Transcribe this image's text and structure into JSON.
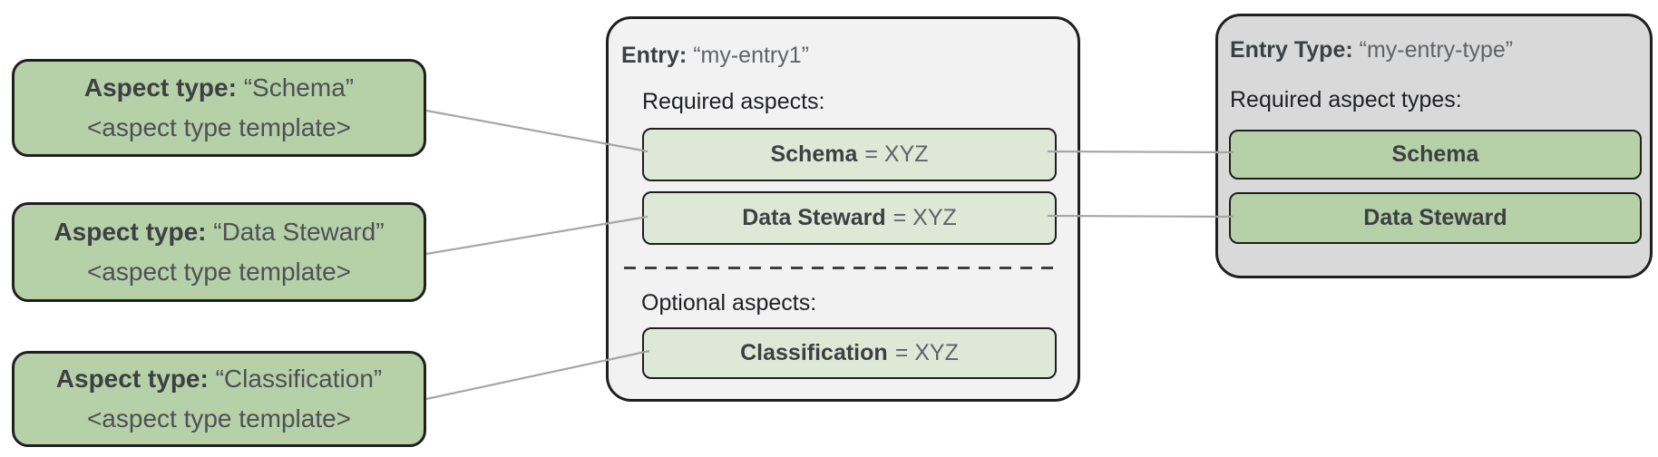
{
  "colors": {
    "aspect_green": "#b6d0a8",
    "aspect_light_green": "#dde9d6",
    "entry_background": "#f2f2f2",
    "entry_type_background": "#d9d9d9",
    "border": "#1f1f1f",
    "connector_gray": "#a6a6a6",
    "text_dark": "#3c4043",
    "text_muted": "#5f6368"
  },
  "aspect_types": [
    {
      "label": "Aspect type:",
      "name": "“Schema”",
      "template": "<aspect type template>"
    },
    {
      "label": "Aspect type:",
      "name": "“Data Steward”",
      "template": "<aspect type template>"
    },
    {
      "label": "Aspect type:",
      "name": "“Classification”",
      "template": "<aspect type template>"
    }
  ],
  "entry": {
    "label": "Entry:",
    "name": "“my-entry1”",
    "required_heading": "Required aspects:",
    "required_aspects": [
      {
        "name": "Schema",
        "value": "= XYZ"
      },
      {
        "name": "Data Steward",
        "value": "= XYZ"
      }
    ],
    "optional_heading": "Optional aspects:",
    "optional_aspects": [
      {
        "name": "Classification",
        "value": "= XYZ"
      }
    ]
  },
  "entry_type": {
    "label": "Entry Type:",
    "name": "“my-entry-type”",
    "required_heading": "Required aspect types:",
    "aspect_types": [
      {
        "name": "Schema"
      },
      {
        "name": "Data Steward"
      }
    ]
  }
}
